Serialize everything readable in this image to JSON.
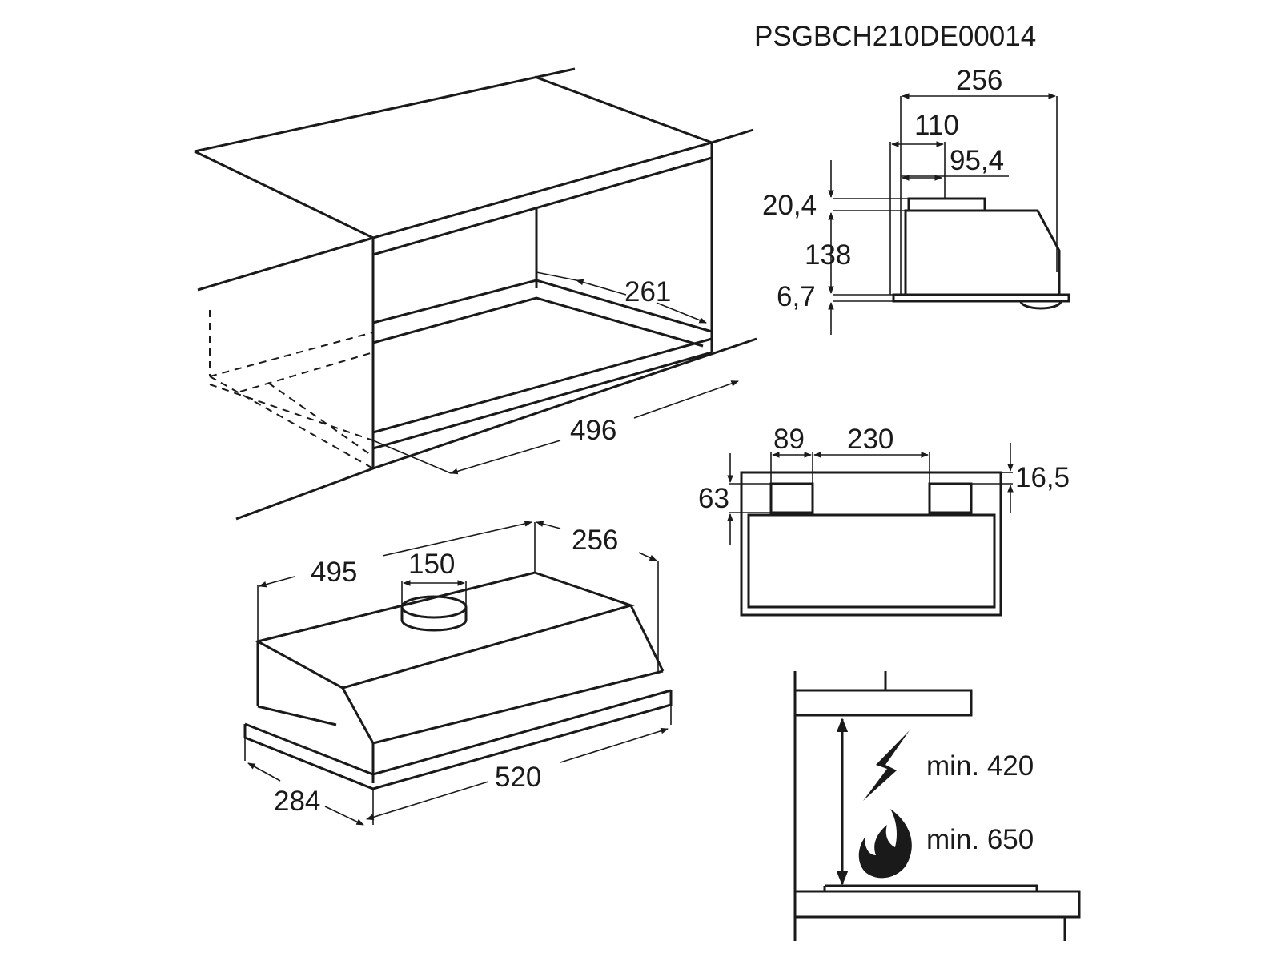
{
  "diagram": {
    "code": "PSGBCH210DE00014",
    "cabinet": {
      "depth_label": "261",
      "width_label": "496"
    },
    "hood": {
      "depth_label": "256",
      "outlet_label": "150",
      "width_label": "495",
      "front_width_label": "520",
      "front_depth_label": "284"
    },
    "side_view": {
      "total_label": "256",
      "outlet_offset_label": "110",
      "outlet_diameter_label": "95,4",
      "collar_height_label": "20,4",
      "body_height_label": "138",
      "panel_height_label": "6,7"
    },
    "front_view": {
      "edge_label": "89",
      "spacing_label": "230",
      "top_height_label": "16,5",
      "bracket_height_label": "63"
    },
    "clearance": {
      "electric_label": "min. 420",
      "gas_label": "min. 650",
      "electric_icon": "lightning-icon",
      "gas_icon": "flame-icon"
    }
  }
}
